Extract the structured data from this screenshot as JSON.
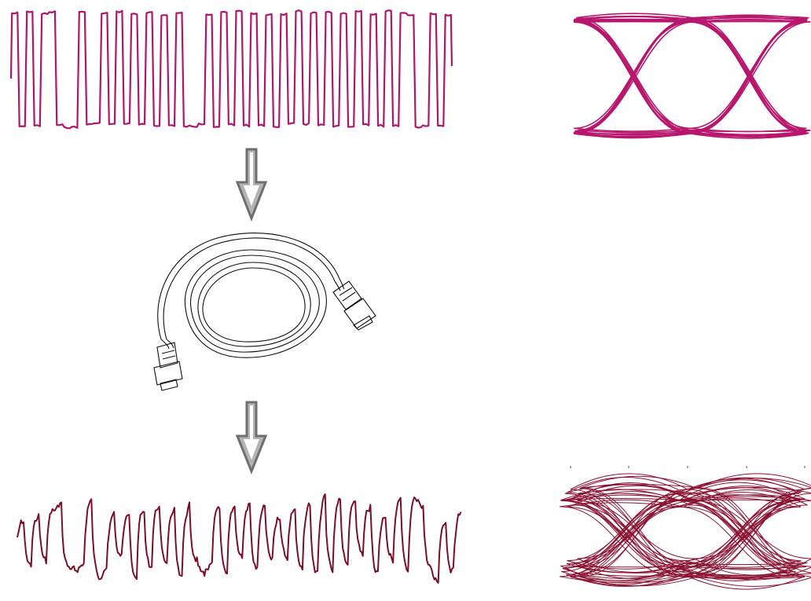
{
  "colors": {
    "background": "#ffffff",
    "clean_signal": "#b0166c",
    "clean_eye": "#b8176e",
    "degraded_signal": "#7a0f25",
    "degraded_eye": "#8a1230",
    "arrow_outline": "#6f6f6f",
    "arrow_fill": "#b4b4b4",
    "cable_stroke": "#111111"
  },
  "diagram": {
    "stages": [
      {
        "id": "input-waveform",
        "kind": "square-waveform"
      },
      {
        "id": "down-arrow",
        "kind": "hollow-arrow"
      },
      {
        "id": "cable",
        "kind": "cable-illustration",
        "icon": "cable-icon"
      },
      {
        "id": "down-arrow",
        "kind": "hollow-arrow"
      },
      {
        "id": "output-waveform",
        "kind": "distorted-waveform"
      }
    ],
    "eye_diagrams": [
      {
        "id": "clean-eye",
        "kind": "eye-diagram"
      },
      {
        "id": "degraded-eye",
        "kind": "eye-diagram"
      }
    ],
    "bit_pattern": [
      1,
      0,
      1,
      0,
      1,
      1,
      0,
      0,
      0,
      1,
      0,
      0,
      1,
      0,
      1,
      0,
      1,
      0,
      1,
      0,
      1,
      0,
      1,
      0,
      0,
      0,
      1,
      0,
      1,
      0,
      1,
      0,
      1,
      0,
      1,
      0,
      1,
      0,
      1,
      0,
      1,
      0,
      1,
      0,
      1,
      0,
      1,
      0,
      1,
      0,
      1,
      0,
      1,
      1,
      0,
      0,
      1,
      0,
      1
    ]
  }
}
